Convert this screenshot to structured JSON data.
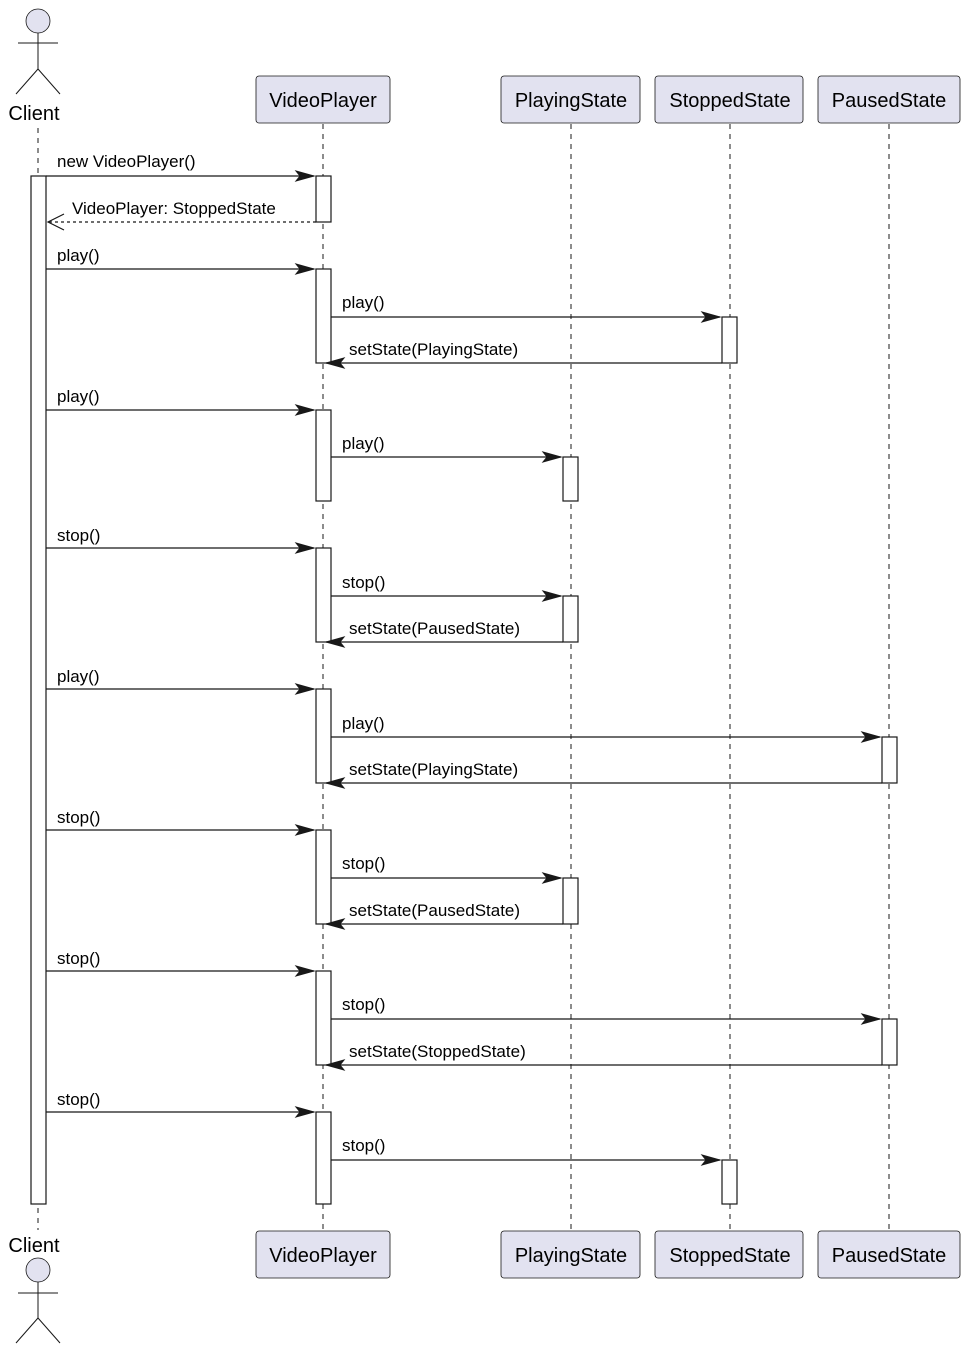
{
  "participants": [
    {
      "id": "client",
      "label": "Client",
      "kind": "actor"
    },
    {
      "id": "videoplayer",
      "label": "VideoPlayer",
      "kind": "participant"
    },
    {
      "id": "playing",
      "label": "PlayingState",
      "kind": "participant"
    },
    {
      "id": "stopped",
      "label": "StoppedState",
      "kind": "participant"
    },
    {
      "id": "paused",
      "label": "PausedState",
      "kind": "participant"
    }
  ],
  "messages": [
    {
      "from": "client",
      "to": "videoplayer",
      "label": "new VideoPlayer()",
      "type": "sync"
    },
    {
      "from": "videoplayer",
      "to": "client",
      "label": "VideoPlayer: StoppedState",
      "type": "return"
    },
    {
      "from": "client",
      "to": "videoplayer",
      "label": "play()",
      "type": "sync"
    },
    {
      "from": "videoplayer",
      "to": "stopped",
      "label": "play()",
      "type": "sync"
    },
    {
      "from": "stopped",
      "to": "videoplayer",
      "label": "setState(PlayingState)",
      "type": "sync"
    },
    {
      "from": "client",
      "to": "videoplayer",
      "label": "play()",
      "type": "sync"
    },
    {
      "from": "videoplayer",
      "to": "playing",
      "label": "play()",
      "type": "sync"
    },
    {
      "from": "client",
      "to": "videoplayer",
      "label": "stop()",
      "type": "sync"
    },
    {
      "from": "videoplayer",
      "to": "playing",
      "label": "stop()",
      "type": "sync"
    },
    {
      "from": "playing",
      "to": "videoplayer",
      "label": "setState(PausedState)",
      "type": "sync"
    },
    {
      "from": "client",
      "to": "videoplayer",
      "label": "play()",
      "type": "sync"
    },
    {
      "from": "videoplayer",
      "to": "paused",
      "label": "play()",
      "type": "sync"
    },
    {
      "from": "paused",
      "to": "videoplayer",
      "label": "setState(PlayingState)",
      "type": "sync"
    },
    {
      "from": "client",
      "to": "videoplayer",
      "label": "stop()",
      "type": "sync"
    },
    {
      "from": "videoplayer",
      "to": "playing",
      "label": "stop()",
      "type": "sync"
    },
    {
      "from": "playing",
      "to": "videoplayer",
      "label": "setState(PausedState)",
      "type": "sync"
    },
    {
      "from": "client",
      "to": "videoplayer",
      "label": "stop()",
      "type": "sync"
    },
    {
      "from": "videoplayer",
      "to": "paused",
      "label": "stop()",
      "type": "sync"
    },
    {
      "from": "paused",
      "to": "videoplayer",
      "label": "setState(StoppedState)",
      "type": "sync"
    },
    {
      "from": "client",
      "to": "videoplayer",
      "label": "stop()",
      "type": "sync"
    },
    {
      "from": "videoplayer",
      "to": "stopped",
      "label": "stop()",
      "type": "sync"
    }
  ],
  "colors": {
    "participant_fill": "#e2e2f0",
    "line": "#181818"
  }
}
